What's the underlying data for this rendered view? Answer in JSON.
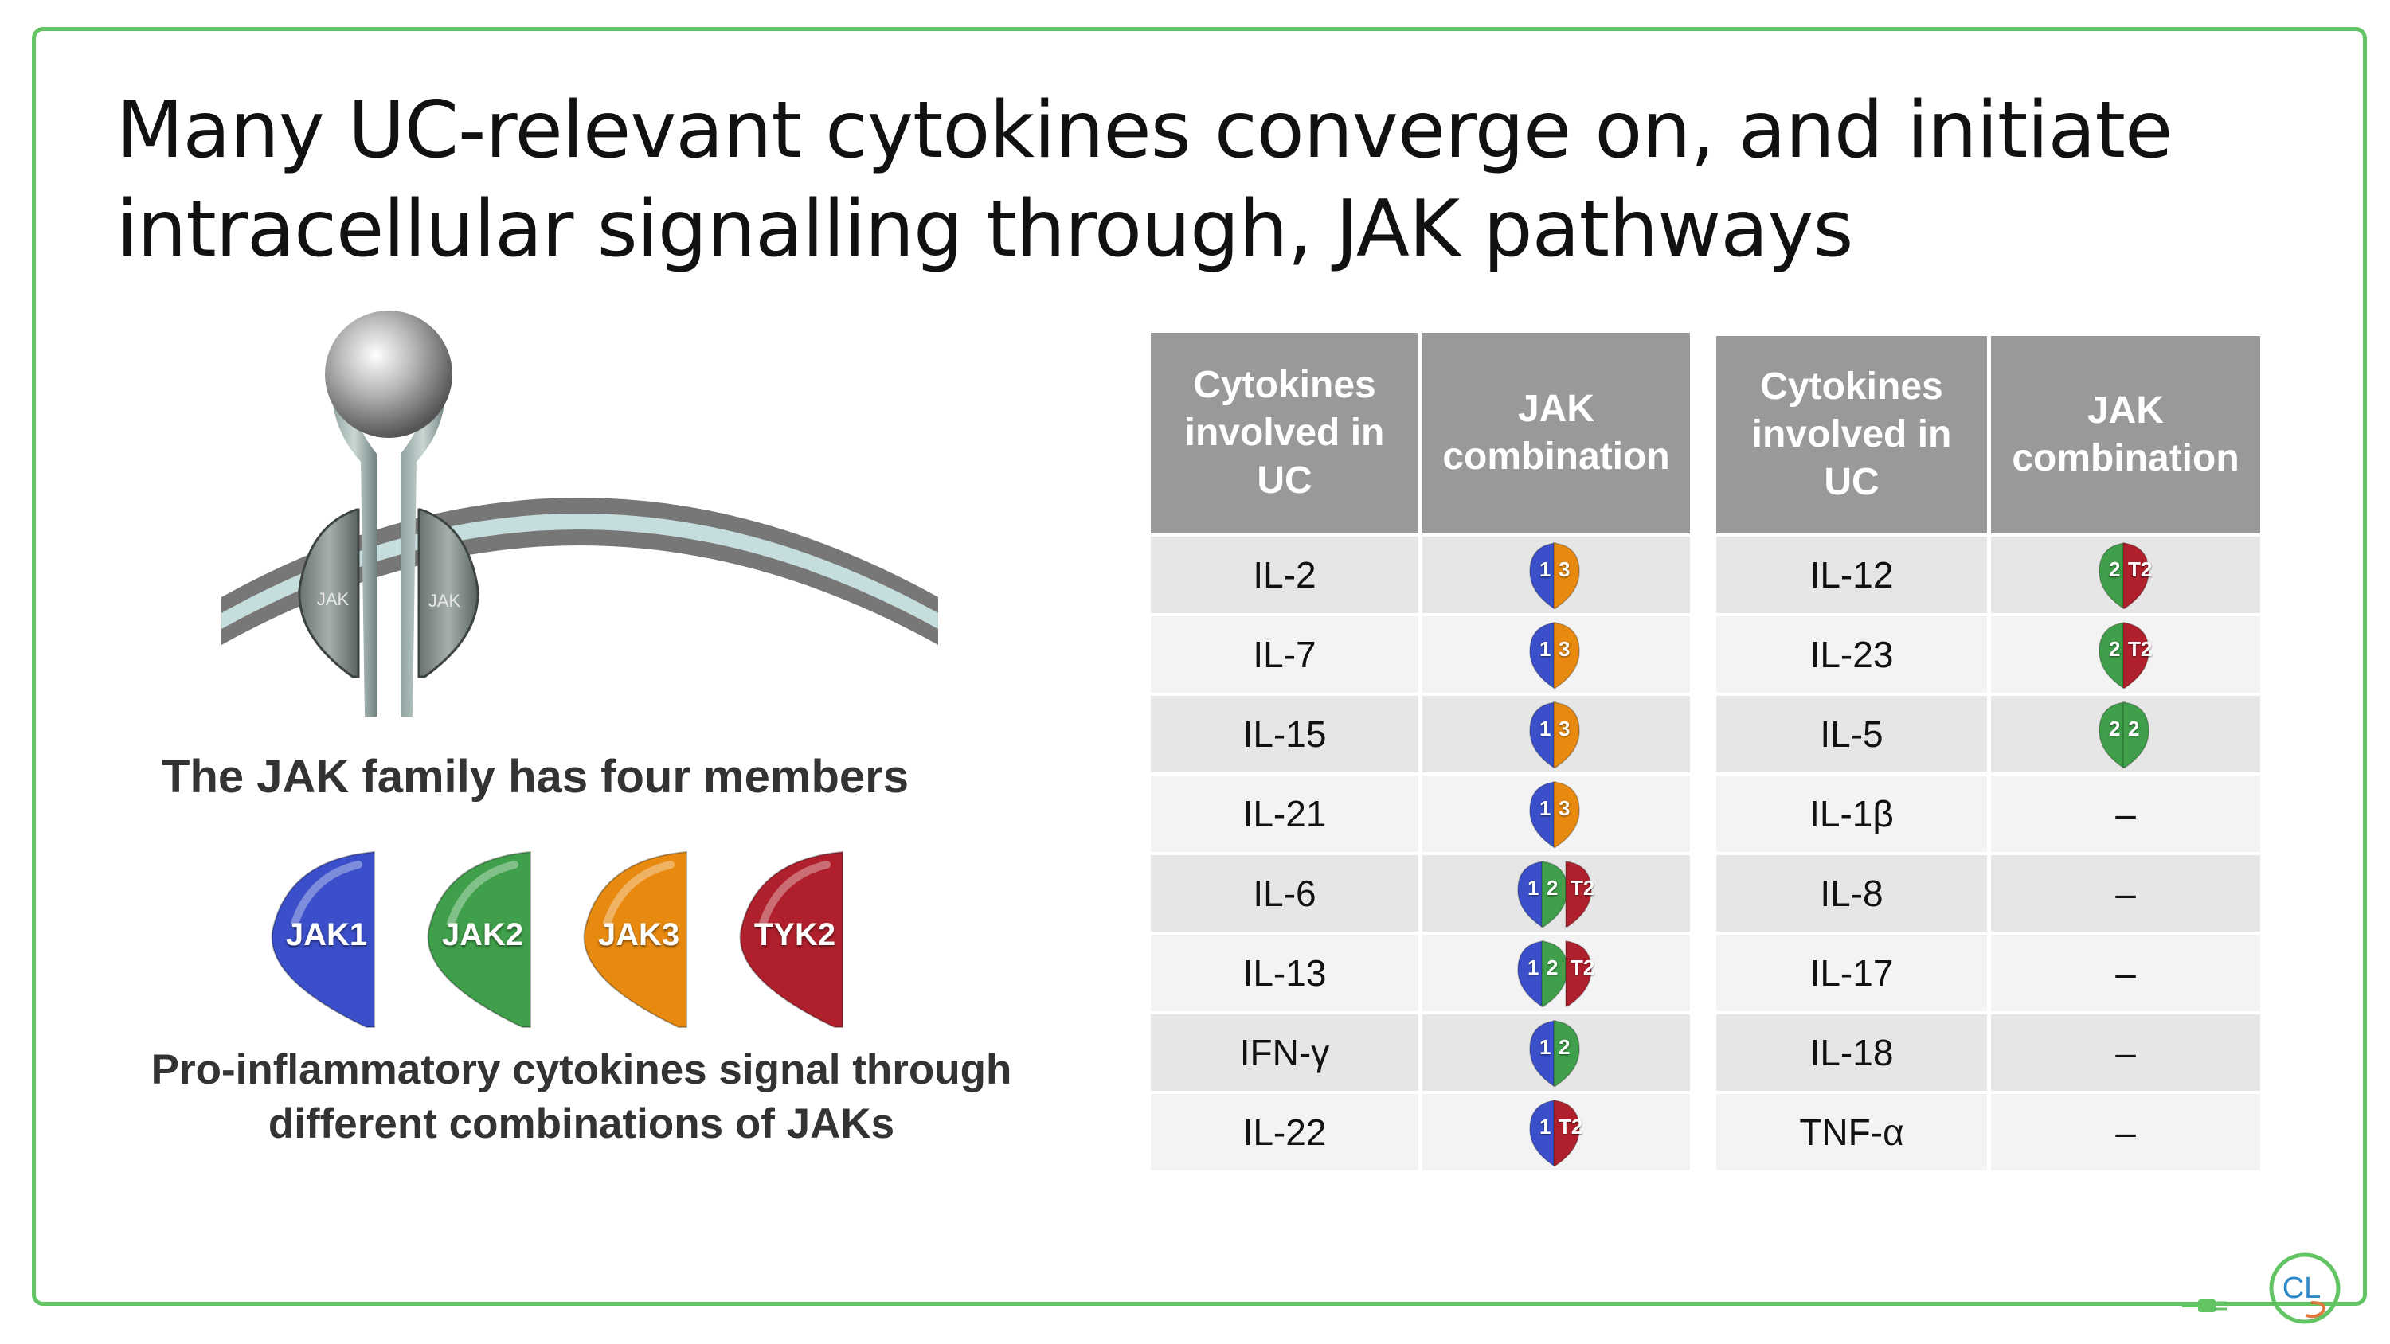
{
  "title": "Many UC-relevant cytokines converge on, and initiate intracellular signalling through, JAK pathways",
  "receptor": {
    "left_label": "JAK",
    "right_label": "JAK"
  },
  "family_caption": "The JAK family has four members",
  "jak_members": [
    {
      "label": "JAK1",
      "color": "#3a4fc9"
    },
    {
      "label": "JAK2",
      "color": "#3f9f4a"
    },
    {
      "label": "JAK3",
      "color": "#e88a10"
    },
    {
      "label": "TYK2",
      "color": "#b0202c"
    }
  ],
  "pro_caption_line1": "Pro-inflammatory cytokines signal through",
  "pro_caption_line2": "different combinations of JAKs",
  "table_headers": {
    "col1": "Cytokines involved in UC",
    "col2": "JAK combination"
  },
  "table_left": [
    {
      "cytokine": "IL-2",
      "jaks": [
        {
          "label": "1",
          "color": "#3a4fc9"
        },
        {
          "label": "3",
          "color": "#e88a10"
        }
      ]
    },
    {
      "cytokine": "IL-7",
      "jaks": [
        {
          "label": "1",
          "color": "#3a4fc9"
        },
        {
          "label": "3",
          "color": "#e88a10"
        }
      ]
    },
    {
      "cytokine": "IL-15",
      "jaks": [
        {
          "label": "1",
          "color": "#3a4fc9"
        },
        {
          "label": "3",
          "color": "#e88a10"
        }
      ]
    },
    {
      "cytokine": "IL-21",
      "jaks": [
        {
          "label": "1",
          "color": "#3a4fc9"
        },
        {
          "label": "3",
          "color": "#e88a10"
        }
      ]
    },
    {
      "cytokine": "IL-6",
      "jaks": [
        {
          "label": "1",
          "color": "#3a4fc9"
        },
        {
          "label": "2",
          "color": "#3f9f4a"
        },
        {
          "label": "T2",
          "color": "#b0202c"
        }
      ]
    },
    {
      "cytokine": "IL-13",
      "jaks": [
        {
          "label": "1",
          "color": "#3a4fc9"
        },
        {
          "label": "2",
          "color": "#3f9f4a"
        },
        {
          "label": "T2",
          "color": "#b0202c"
        }
      ]
    },
    {
      "cytokine": "IFN-γ",
      "jaks": [
        {
          "label": "1",
          "color": "#3a4fc9"
        },
        {
          "label": "2",
          "color": "#3f9f4a"
        }
      ]
    },
    {
      "cytokine": "IL-22",
      "jaks": [
        {
          "label": "1",
          "color": "#3a4fc9"
        },
        {
          "label": "T2",
          "color": "#b0202c"
        }
      ]
    }
  ],
  "table_right": [
    {
      "cytokine": "IL-12",
      "jaks": [
        {
          "label": "2",
          "color": "#3f9f4a"
        },
        {
          "label": "T2",
          "color": "#b0202c"
        }
      ]
    },
    {
      "cytokine": "IL-23",
      "jaks": [
        {
          "label": "2",
          "color": "#3f9f4a"
        },
        {
          "label": "T2",
          "color": "#b0202c"
        }
      ]
    },
    {
      "cytokine": "IL-5",
      "jaks": [
        {
          "label": "2",
          "color": "#3f9f4a"
        },
        {
          "label": "2",
          "color": "#3f9f4a"
        }
      ]
    },
    {
      "cytokine": "IL-1β",
      "jaks": [],
      "dash": "–"
    },
    {
      "cytokine": "IL-8",
      "jaks": [],
      "dash": "–"
    },
    {
      "cytokine": "IL-17",
      "jaks": [],
      "dash": "–"
    },
    {
      "cytokine": "IL-18",
      "jaks": [],
      "dash": "–"
    },
    {
      "cytokine": "TNF-α",
      "jaks": [],
      "dash": "–"
    }
  ],
  "logo_text": "CL",
  "colors": {
    "frame": "#62c462",
    "header_bg": "#999999",
    "row_odd": "#e6e6e6",
    "row_even": "#f3f3f3"
  }
}
